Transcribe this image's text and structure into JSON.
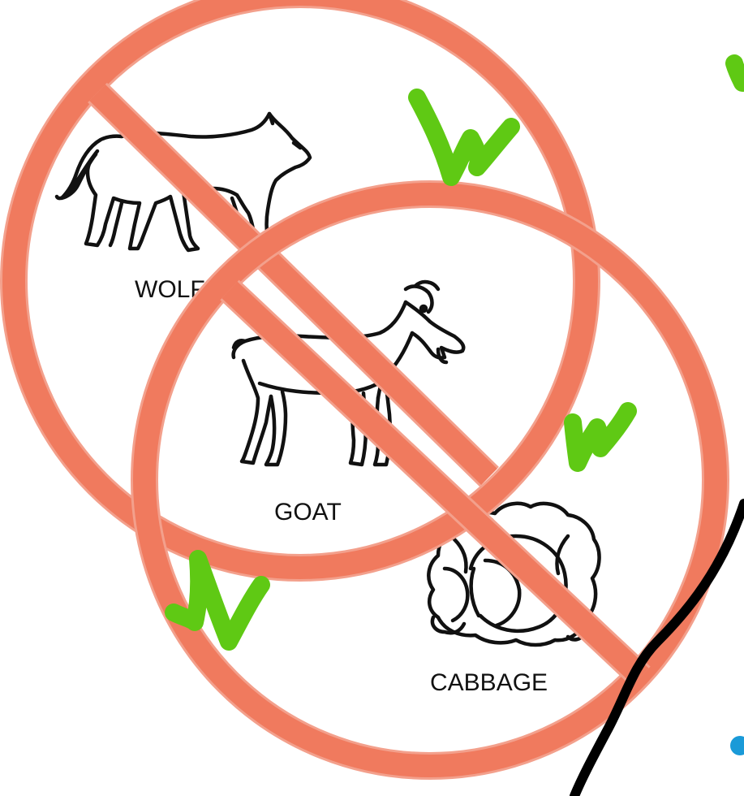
{
  "labels": {
    "wolf": "WOLF",
    "goat": "GOAT",
    "cabbage": "CABBAGE"
  },
  "icons": {
    "wolf": "wolf-icon",
    "goat": "goat-icon",
    "cabbage": "cabbage-icon",
    "check": "checkmark-icon",
    "prohibition": "no-sign-icon"
  },
  "colors": {
    "prohibition": "#f07a5e",
    "prohibition_outline": "#f3a08c",
    "checkmark": "#5fc914",
    "ink": "#111111",
    "accent_blue": "#1a9ad8"
  }
}
